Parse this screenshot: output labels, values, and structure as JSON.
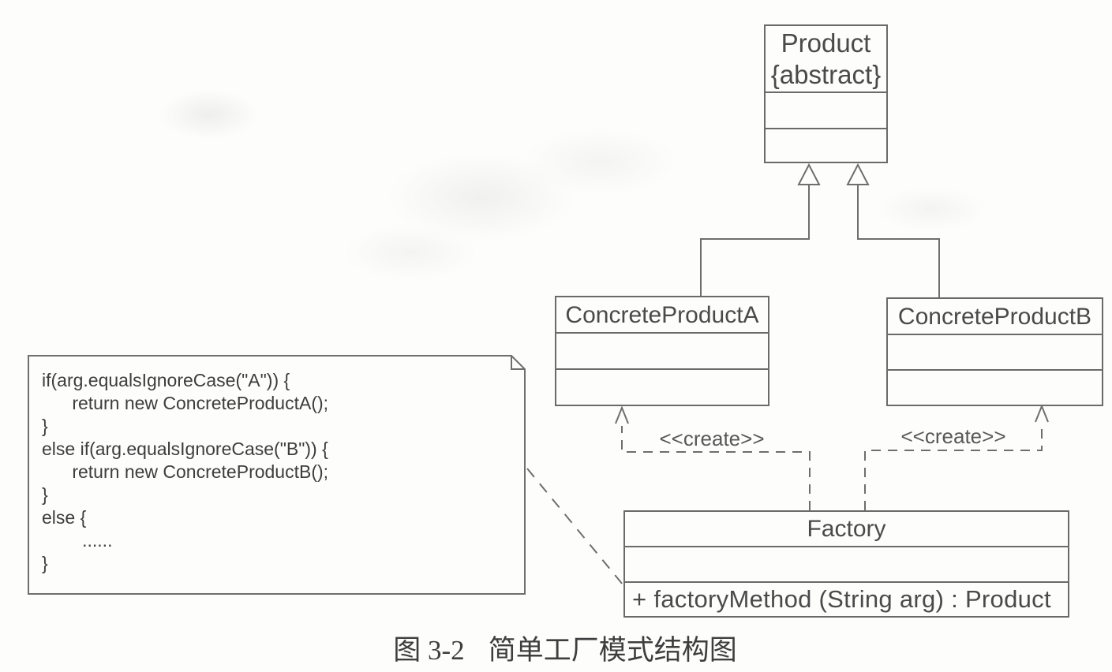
{
  "figure": {
    "caption_label": "图 3-2",
    "caption_title": "简单工厂模式结构图"
  },
  "classes": {
    "product": {
      "name": "Product",
      "stereotype": "{abstract}"
    },
    "concrete_product_a": {
      "name": "ConcreteProductA"
    },
    "concrete_product_b": {
      "name": "ConcreteProductB"
    },
    "factory": {
      "name": "Factory",
      "operation": "+ factoryMethod (String arg) : Product"
    }
  },
  "note": {
    "code_lines": [
      "if(arg.equalsIgnoreCase(\"A\")) {",
      "      return new ConcreteProductA();",
      "}",
      "else if(arg.equalsIgnoreCase(\"B\")) {",
      "      return new ConcreteProductB();",
      "}",
      "else {",
      "        ......",
      "}"
    ]
  },
  "relationships": {
    "create_left_label": "<<create>>",
    "create_right_label": "<<create>>",
    "generalization_a": "ConcreteProductA → Product",
    "generalization_b": "ConcreteProductB → Product",
    "dependency_a": "Factory ..> ConcreteProductA",
    "dependency_b": "Factory ..> ConcreteProductB"
  },
  "colors": {
    "line": "#6e6e6e",
    "box_border": "#6a6a6a",
    "text": "#4a4a4a",
    "background": "#fdfdfc"
  }
}
